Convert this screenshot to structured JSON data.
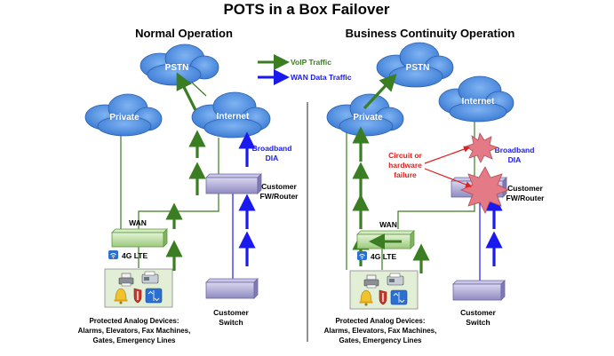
{
  "title": "POTS in a Box Failover",
  "legend": {
    "voip": "VoIP Traffic",
    "wan": "WAN Data Traffic"
  },
  "colors": {
    "voip_arrow": "#3a7d22",
    "wan_arrow": "#1a1aee",
    "cloud_fill": "#4f8fe0",
    "router_fill": "#a3a0cf",
    "lte_fill": "#b9dea1",
    "devices_fill": "#e2efd6",
    "failure_text": "#e02020",
    "failure_star": "#e47a86"
  },
  "left": {
    "heading": "Normal Operation",
    "pstn": "PSTN",
    "private": "Private",
    "internet": "Internet",
    "broadband_line1": "Broadband",
    "broadband_line2": "DIA",
    "fw_line1": "Customer",
    "fw_line2": "FW/Router",
    "wan": "WAN",
    "lte": "4G LTE",
    "switch_line1": "Customer",
    "switch_line2": "Switch",
    "devices_line1": "Protected Analog Devices:",
    "devices_line2": "Alarms, Elevators, Fax Machines,",
    "devices_line3": "Gates, Emergency Lines"
  },
  "right": {
    "heading": "Business Continuity Operation",
    "pstn": "PSTN",
    "private": "Private",
    "internet": "Internet",
    "broadband_line1": "Broadband",
    "broadband_line2": "DIA",
    "failure_line1": "Circuit or",
    "failure_line2": "hardware",
    "failure_line3": "failure",
    "fw_line1": "Customer",
    "fw_line2": "FW/Router",
    "wan": "WAN",
    "lte": "4G LTE",
    "switch_line1": "Customer",
    "switch_line2": "Switch",
    "devices_line1": "Protected Analog Devices:",
    "devices_line2": "Alarms, Elevators, Fax Machines,",
    "devices_line3": "Gates, Emergency Lines"
  }
}
